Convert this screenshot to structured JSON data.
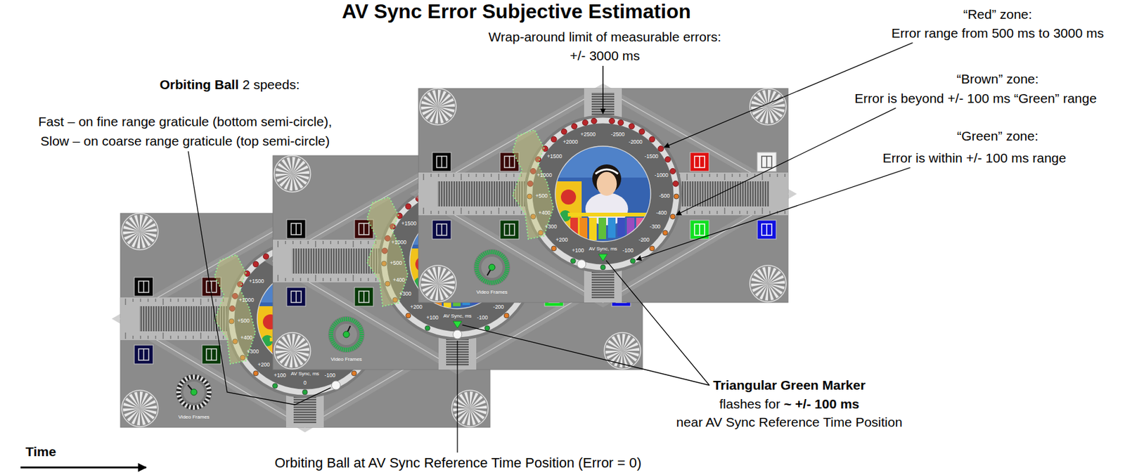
{
  "diagram": {
    "title": "AV Sync Error Subjective Estimation",
    "labels": [
      "Wrap-around limit of measurable errors:",
      "+/- 3000 ms",
      "“Red” zone:",
      "Error range from 500 ms to 3000 ms",
      "Orbiting Ball",
      "2 speeds:",
      "“Brown” zone:",
      "Error is beyond +/- 100 ms “Green” range",
      "Fast – on fine range graticule (bottom semi-circle),",
      "Slow – on coarse range graticule (top semi-circle)",
      "“Green” zone:",
      "Error is within +/- 100 ms range",
      "Triangular Green Marker",
      "flashes for",
      "~ +/- 100 ms",
      "near AV Sync Reference Time Position",
      "Time",
      "Orbiting Ball at AV Sync Reference Time Position (Error = 0)",
      "+1500",
      "+1000",
      "+500",
      "+400",
      "+300",
      "+200",
      "+100",
      "0",
      "-100",
      "AV Sync, ms",
      "Video Frames",
      "+1500",
      "+1000",
      "+500",
      "+400",
      "+300",
      "+200",
      "+100",
      "-100",
      "-200",
      "AV Sync, ms",
      "Video Frames",
      "+2500",
      "-2500",
      "+2000",
      "-2000",
      "+1500",
      "-1500",
      "+1000",
      "-1000",
      "+500",
      "-500",
      "+400",
      "-400",
      "+300",
      "-300",
      "+200",
      "-200",
      "+100",
      "-100",
      "AV Sync, ms",
      "Video Frames"
    ]
  }
}
